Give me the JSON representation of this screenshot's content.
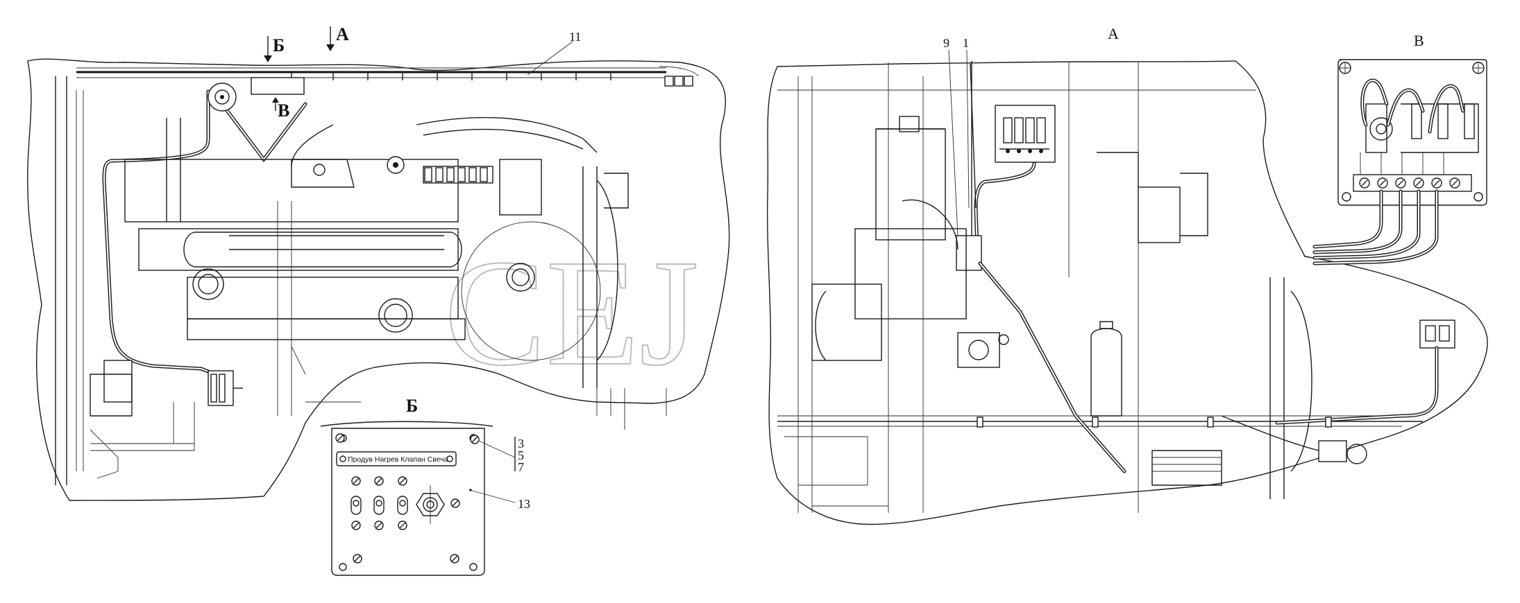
{
  "views": {
    "view_a_label": "А",
    "view_b_label": "Б",
    "view_v_label": "В"
  },
  "arrows": {
    "arrow_a": "А",
    "arrow_b": "Б",
    "arrow_v": "В"
  },
  "callouts": {
    "c11": "11",
    "c9": "9",
    "c1": "1",
    "c3": "3",
    "c5": "5",
    "c7": "7",
    "c13": "13"
  },
  "panel": {
    "labels": "Продув Нагрев Клапан  Свеча"
  },
  "watermark": "CEJ"
}
